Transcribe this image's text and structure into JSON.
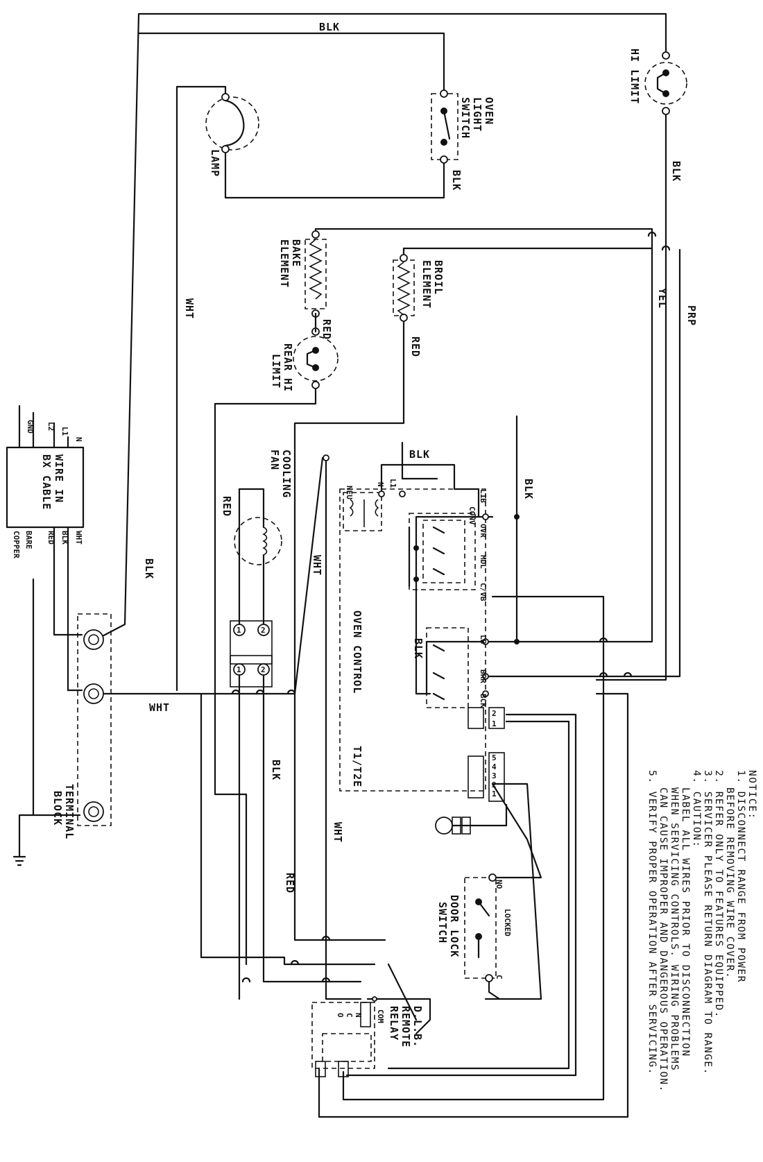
{
  "wire_colors": {
    "blk": "BLK",
    "wht": "WHT",
    "red": "RED",
    "yel": "YEL",
    "prp": "PRP"
  },
  "components": {
    "hi_limit": "HI LIMIT",
    "oven_light_switch": [
      "OVEN",
      "LIGHT",
      "SWITCH"
    ],
    "lamp": "LAMP",
    "bake_element": [
      "BAKE",
      "ELEMENT"
    ],
    "broil_element": [
      "BROIL",
      "ELEMENT"
    ],
    "rear_hi_limit": [
      "REAR HI",
      "LIMIT"
    ],
    "cooling_fan": [
      "COOLING",
      "FAN"
    ],
    "oven_control": "OVEN CONTROL",
    "oven_control_model": "T1/T2E",
    "door_lock_switch": [
      "DOOR LOCK",
      "SWITCH"
    ],
    "door_lock_contacts": {
      "locked": "LOCKED",
      "no": "NO",
      "c": "C"
    },
    "dlb_relay": [
      "D.L.B.",
      "REMOTE",
      "RELAY"
    ],
    "terminal_block": [
      "TERMINAL",
      "BLOCK"
    ]
  },
  "control_pins": {
    "l1": "L1",
    "l1b": "L1B",
    "ovr": "OVR",
    "conv": "CONV",
    "mdl": "MDL",
    "cvb": "C/VB",
    "lb": "LB",
    "brr": "BRR",
    "bck": "BCK",
    "neu": "NEU",
    "n": "N",
    "plug1": [
      "2",
      "1"
    ],
    "plug2": [
      "5",
      "4",
      "3",
      "2",
      "1"
    ],
    "fan_terms": [
      "1",
      "2"
    ]
  },
  "supply": {
    "box_label": [
      "WIRE IN",
      "BX CABLE"
    ],
    "lines": [
      "N",
      "L1",
      "L2",
      "GND"
    ],
    "conductors": [
      "WHT",
      "BLK",
      "RED",
      "BARE",
      "COPPER"
    ]
  },
  "relay_pins": {
    "n": "N",
    "c": "C",
    "o": "O",
    "com": "COM"
  },
  "notice": {
    "heading": "NOTICE:",
    "lines": [
      "1. DISCONNECT RANGE FROM POWER",
      "BEFORE REMOVING WIRE COVER.",
      "2. REFER ONLY TO FEATURES EQUIPPED.",
      "3. SERVICER PLEASE RETURN DIAGRAM TO RANGE.",
      "4. CAUTION:",
      "LABEL ALL WIRES PRIOR TO DISCONNECTION",
      "WHEN SERVICING CONTROLS. WIRING PROBLEMS",
      "CAN CAUSE IMPROPER AND DANGEROUS OPERATION.",
      "5. VERIFY PROPER OPERATION AFTER SERVICING."
    ]
  }
}
